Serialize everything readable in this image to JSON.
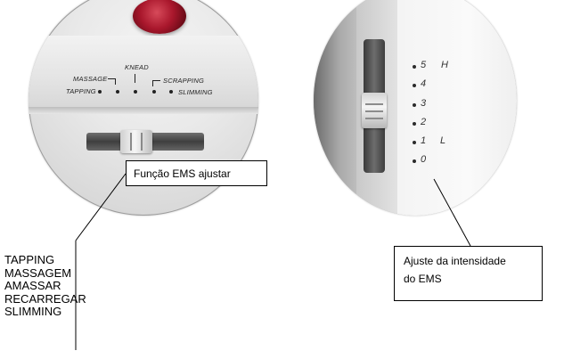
{
  "left_device": {
    "labels": {
      "massage": "MASSAGE",
      "knead": "KNEAD",
      "scrapping": "SCRAPPING",
      "tapping": "TAPPING",
      "slimming": "SLIMMING"
    }
  },
  "right_device": {
    "levels": [
      "5",
      "4",
      "3",
      "2",
      "1",
      "0"
    ],
    "high_label": "H",
    "low_label": "L"
  },
  "callouts": {
    "ems_function": "Função EMS ajustar",
    "intensity_line1": "Ajuste da intensidade",
    "intensity_line2": "do EMS"
  },
  "mode_list": [
    "TAPPING",
    "MASSAGEM",
    "AMASSAR",
    "RECARREGAR",
    "SLIMMING"
  ]
}
